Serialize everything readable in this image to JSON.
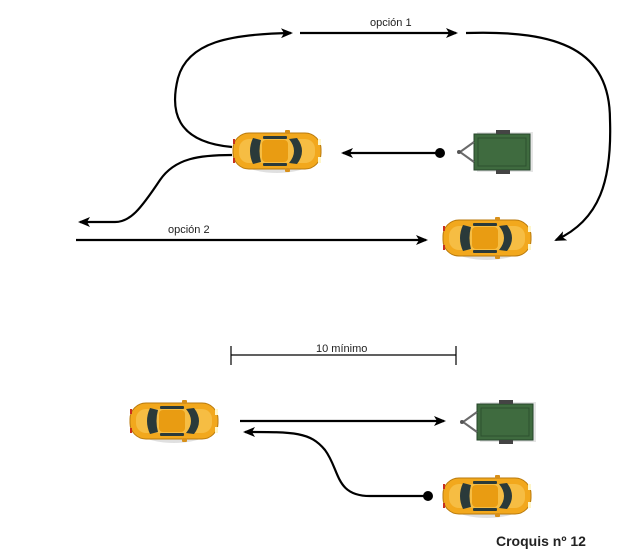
{
  "labels": {
    "option1": "opción 1",
    "option2": "opción 2",
    "distance": "10 mínimo",
    "caption": "Croquis nº 12"
  },
  "colors": {
    "car_body": "#f2a81d",
    "car_glass": "#2a3a3a",
    "trailer": "#3f6b3f",
    "line": "#000000"
  },
  "icons": [
    "car-icon",
    "trailer-icon",
    "start-dot-icon",
    "arrowhead-icon"
  ]
}
